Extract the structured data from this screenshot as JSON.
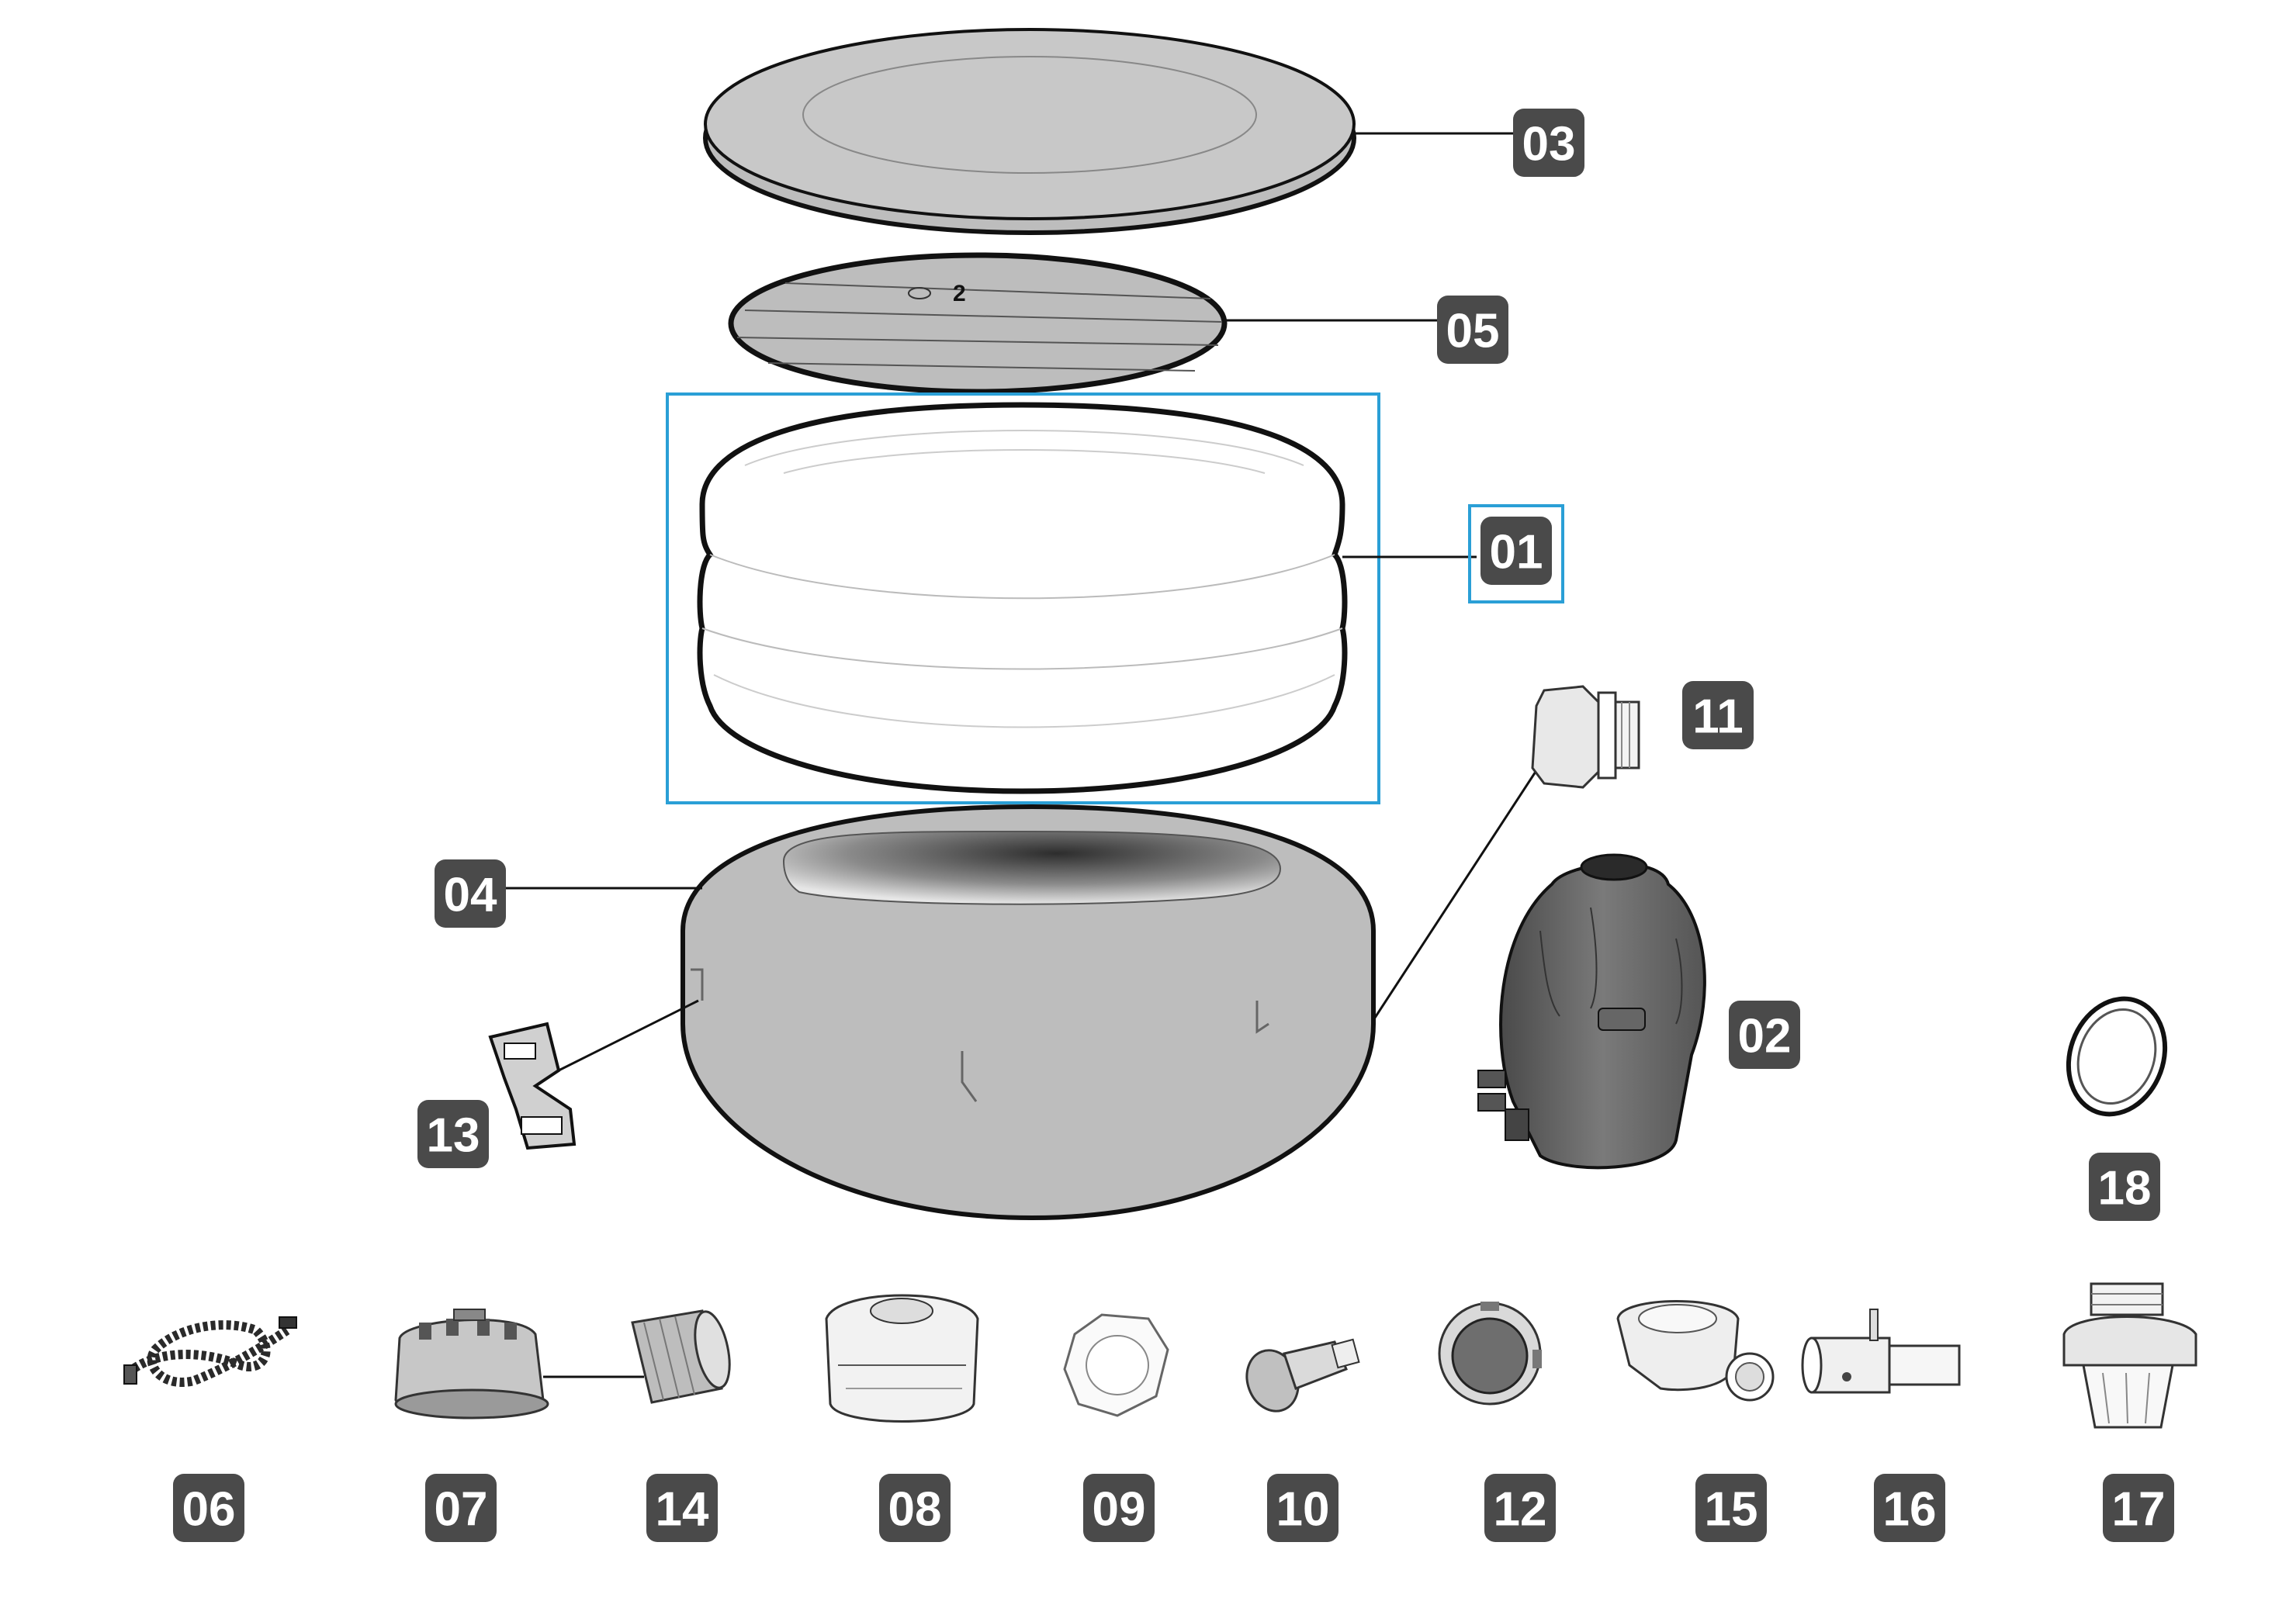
{
  "diagram": {
    "highlight_color": "#2a9fd6",
    "badge_color": "#4a4a4a",
    "part_color": "#bdbdbd",
    "selected_part": "01",
    "parts": [
      {
        "id": "01",
        "label": "01",
        "icon": "inner-liner-icon"
      },
      {
        "id": "02",
        "label": "02",
        "icon": "pump-unit-icon"
      },
      {
        "id": "03",
        "label": "03",
        "icon": "cover-icon"
      },
      {
        "id": "04",
        "label": "04",
        "icon": "outer-wall-icon"
      },
      {
        "id": "05",
        "label": "05",
        "icon": "floor-mat-icon"
      },
      {
        "id": "06",
        "label": "06",
        "icon": "hose-icon"
      },
      {
        "id": "07",
        "label": "07",
        "icon": "filter-housing-icon"
      },
      {
        "id": "08",
        "label": "08",
        "icon": "strainer-cap-icon"
      },
      {
        "id": "09",
        "label": "09",
        "icon": "lock-ring-icon"
      },
      {
        "id": "10",
        "label": "10",
        "icon": "drain-plug-icon"
      },
      {
        "id": "11",
        "label": "11",
        "icon": "valve-connector-icon"
      },
      {
        "id": "12",
        "label": "12",
        "icon": "drain-cap-icon"
      },
      {
        "id": "13",
        "label": "13",
        "icon": "buckle-icon"
      },
      {
        "id": "14",
        "label": "14",
        "icon": "filter-cartridge-icon"
      },
      {
        "id": "15",
        "label": "15",
        "icon": "elbow-connector-icon"
      },
      {
        "id": "16",
        "label": "16",
        "icon": "inflation-adapter-icon"
      },
      {
        "id": "17",
        "label": "17",
        "icon": "inflation-valve-icon"
      },
      {
        "id": "18",
        "label": "18",
        "icon": "o-ring-icon"
      }
    ],
    "floor_mat_marker": "2"
  }
}
